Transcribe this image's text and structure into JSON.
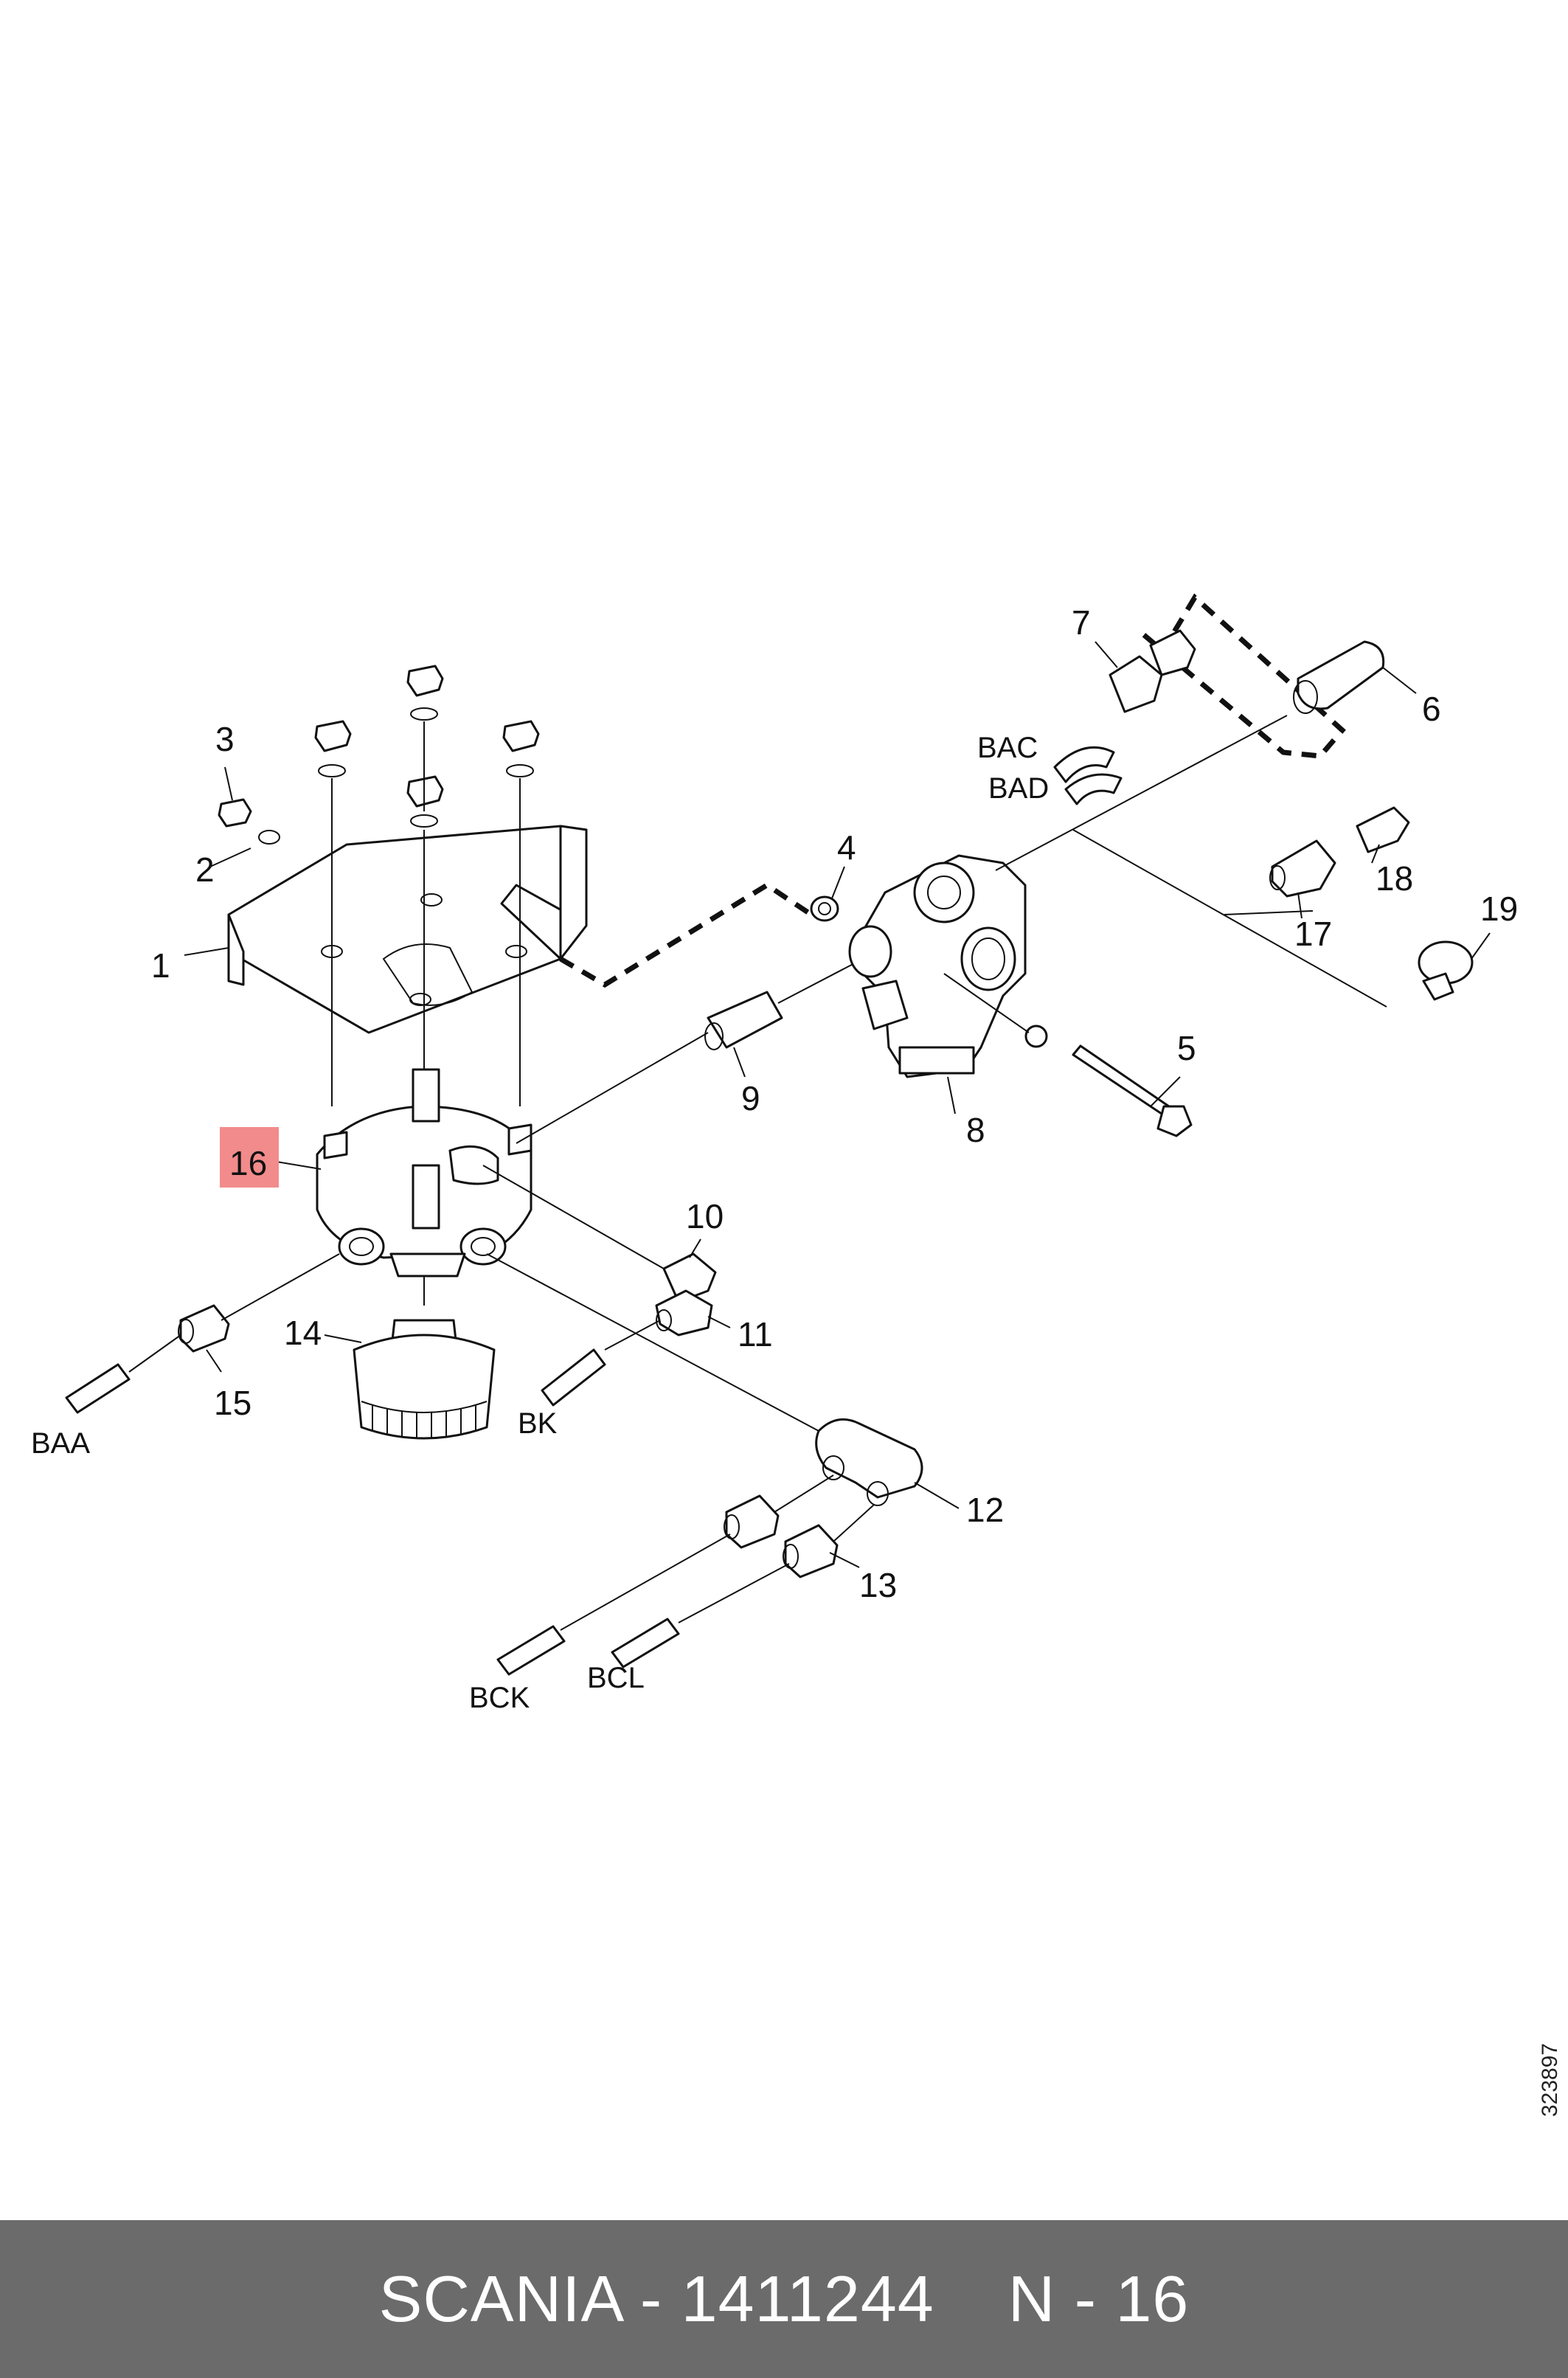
{
  "callouts": {
    "c1": "1",
    "c2": "2",
    "c3": "3",
    "c4": "4",
    "c5": "5",
    "c6": "6",
    "c7": "7",
    "c8": "8",
    "c9": "9",
    "c10": "10",
    "c11": "11",
    "c12": "12",
    "c13": "13",
    "c14": "14",
    "c15": "15",
    "c16": "16",
    "c17": "17",
    "c18": "18",
    "c19": "19"
  },
  "connections": {
    "baa": "BAA",
    "bk": "BK",
    "bck": "BCK",
    "bcl": "BCL",
    "bac": "BAC",
    "bad": "BAD"
  },
  "highlight_color": "#f28b8b",
  "document_number": "323897",
  "footer": {
    "brand_part": "SCANIA - 1411244",
    "position": "N - 16"
  }
}
